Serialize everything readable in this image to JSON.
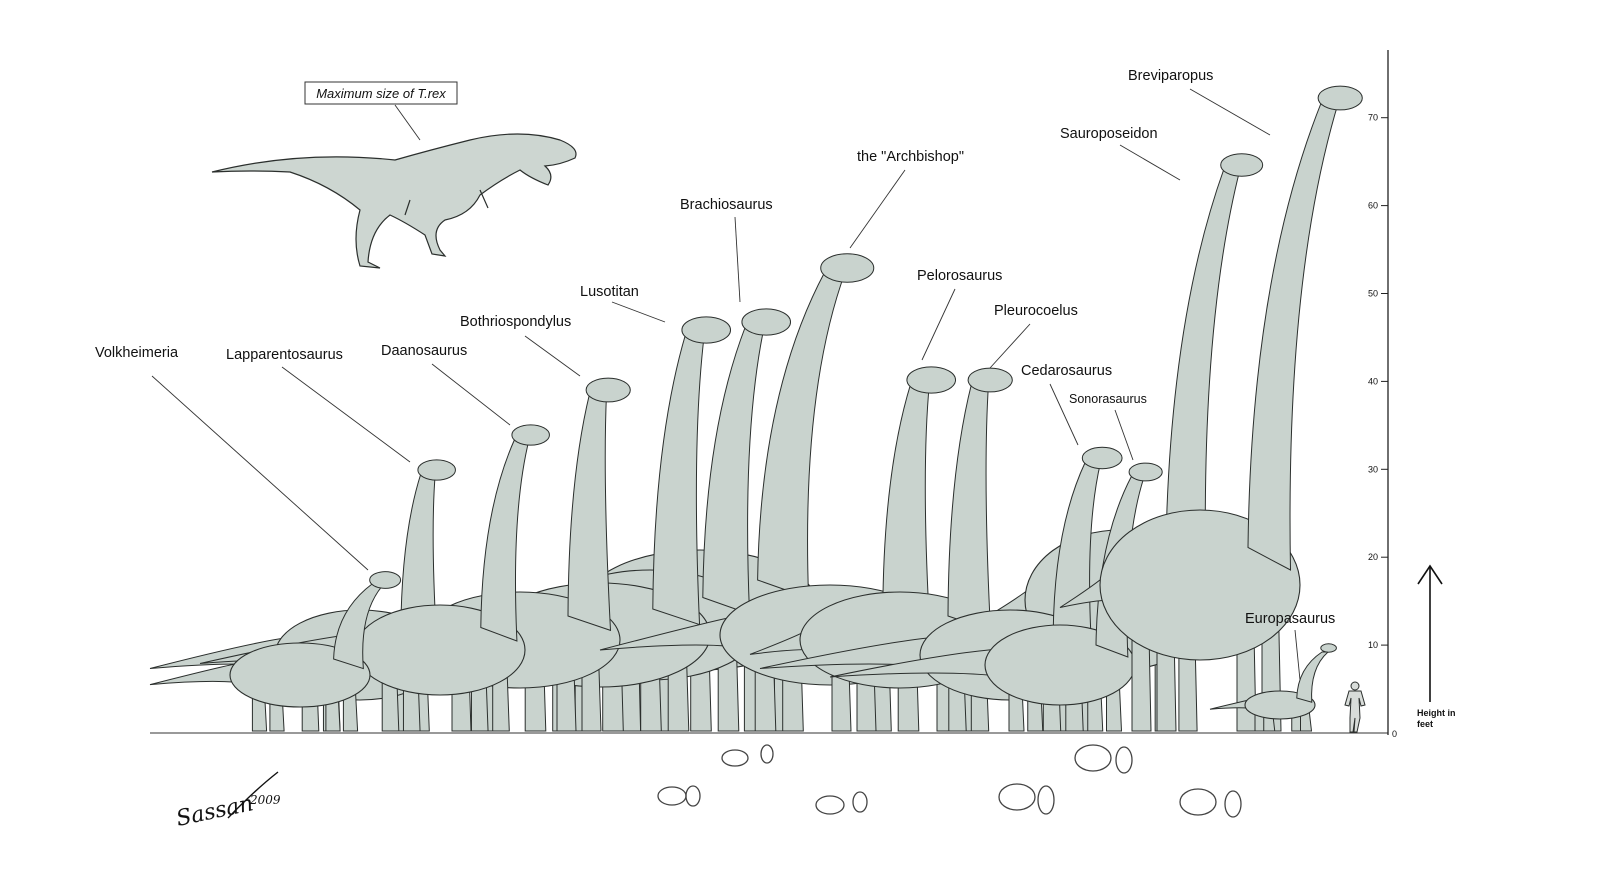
{
  "trex_caption": "Maximum size of T.rex",
  "species": [
    {
      "name": "Volkheimeria"
    },
    {
      "name": "Lapparentosaurus"
    },
    {
      "name": "Daanosaurus"
    },
    {
      "name": "Bothriospondylus"
    },
    {
      "name": "Lusotitan"
    },
    {
      "name": "Brachiosaurus"
    },
    {
      "name": "the \"Archbishop\""
    },
    {
      "name": "Pelorosaurus"
    },
    {
      "name": "Pleurocoelus"
    },
    {
      "name": "Cedarosaurus"
    },
    {
      "name": "Sonorasaurus"
    },
    {
      "name": "Sauroposeidon"
    },
    {
      "name": "Breviparopus"
    },
    {
      "name": "Europasaurus"
    }
  ],
  "scale": {
    "ticks": [
      "0",
      "10",
      "20",
      "30",
      "40",
      "50",
      "60",
      "70"
    ],
    "caption_line1": "Height in",
    "caption_line2": "feet"
  },
  "signature": {
    "name": "Sassan",
    "year": "2009"
  },
  "colors": {
    "skin": "#c9d3ce",
    "ink": "#2b2f2d"
  }
}
